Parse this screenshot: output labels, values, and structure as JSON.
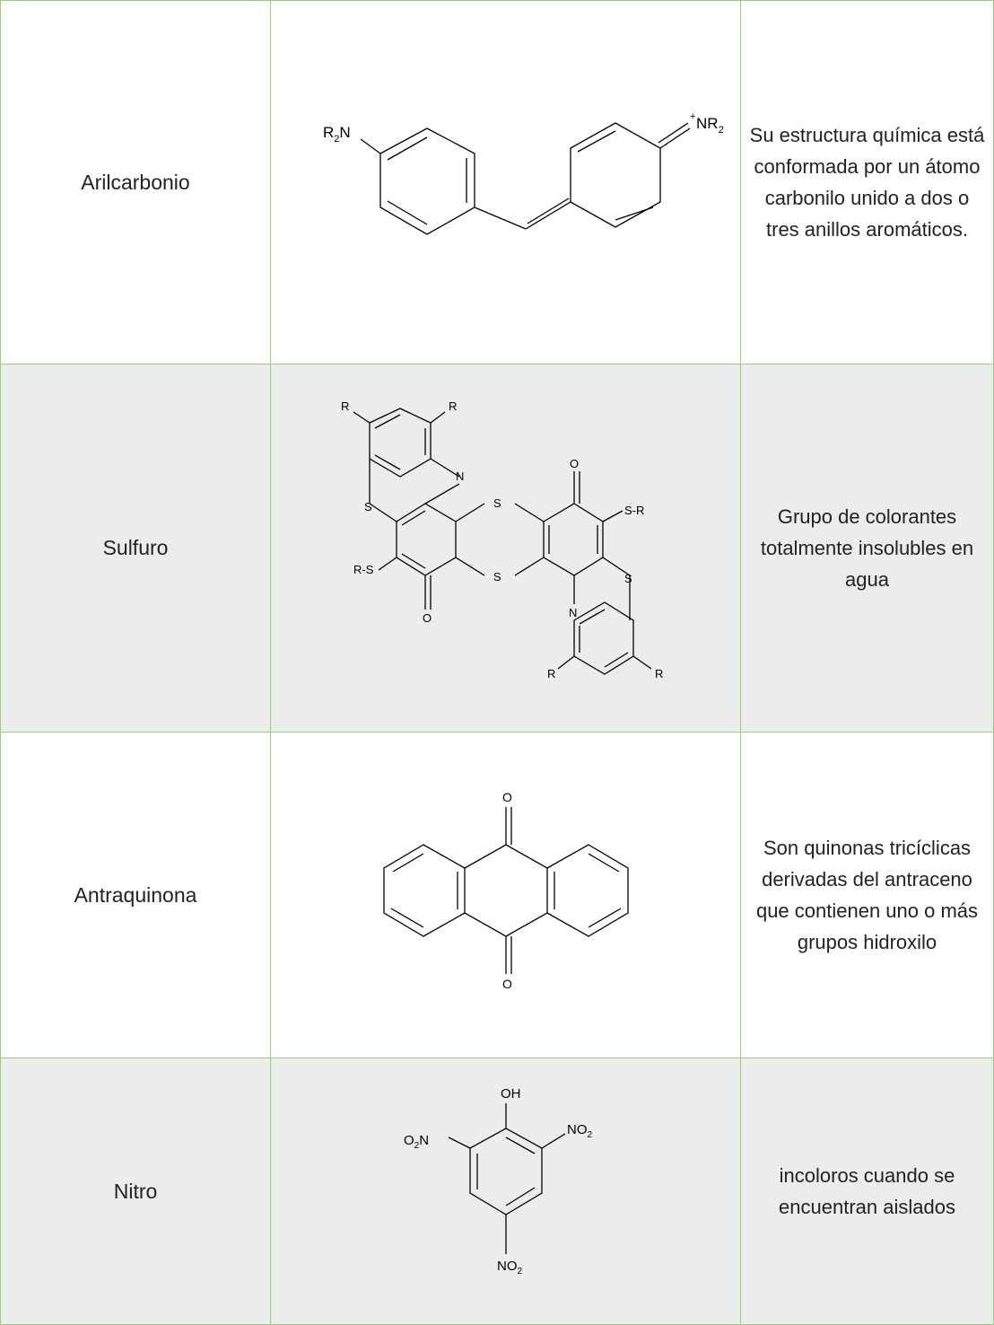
{
  "rows": [
    {
      "name": "Arilcarbonio",
      "description": "Su estructura química está conformada por un átomo carbonilo unido a dos o tres anillos aromáticos.",
      "labels": {
        "amine_left": "R",
        "amine_left_sub": "2",
        "amine_left_n": "N",
        "plus": "+",
        "amine_right": "NR",
        "amine_right_sub": "2"
      }
    },
    {
      "name": "Sulfuro",
      "description": "Grupo de colorantes totalmente insolubles en agua",
      "labels": {
        "r": "R",
        "s": "S",
        "n": "N",
        "o": "O",
        "sr": "S-R",
        "rs": "R-S"
      }
    },
    {
      "name": "Antraquinona",
      "description": "Son quinonas tricíclicas derivadas del antraceno que contienen uno o más grupos hidroxilo",
      "labels": {
        "o": "O"
      }
    },
    {
      "name": "Nitro",
      "description": "incoloros cuando se encuentran aislados",
      "labels": {
        "oh": "OH",
        "no2": "NO",
        "no2_sub": "2",
        "o2n_o": "O",
        "o2n_sub": "2",
        "o2n_n": "N"
      }
    }
  ]
}
